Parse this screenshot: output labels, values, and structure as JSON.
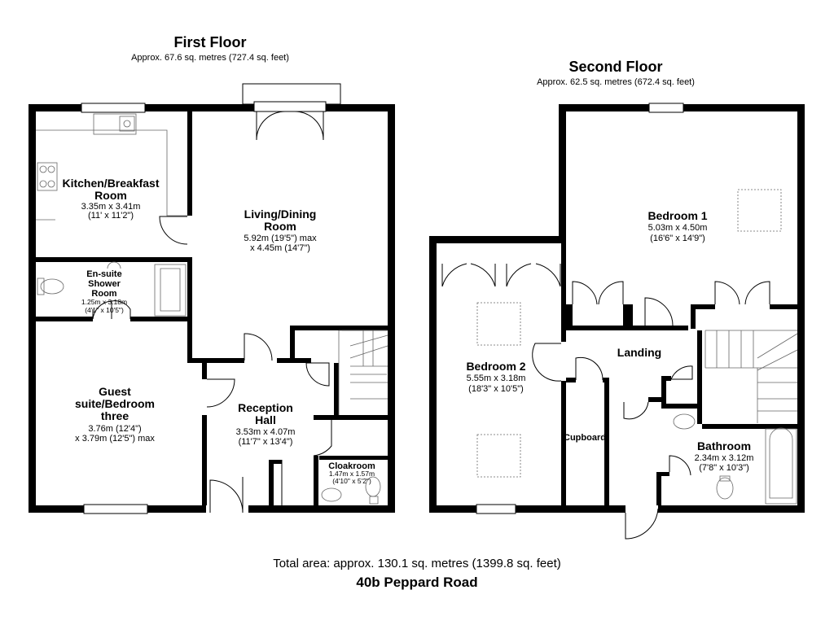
{
  "first_floor": {
    "title": "First Floor",
    "area": "Approx. 67.6 sq. metres (727.4 sq. feet)",
    "rooms": {
      "kitchen": {
        "name": [
          "Kitchen/Breakfast",
          "Room"
        ],
        "dims": [
          "3.35m x 3.41m",
          "(11' x 11'2\")"
        ]
      },
      "living": {
        "name": [
          "Living/Dining",
          "Room"
        ],
        "dims": [
          "5.92m (19'5\") max",
          "x 4.45m (14'7\")"
        ]
      },
      "ensuite": {
        "name": [
          "En-suite",
          "Shower",
          "Room"
        ],
        "dims": [
          "1.25m x 3.18m",
          "(4'1\" x 10'5\")"
        ]
      },
      "guest": {
        "name": [
          "Guest",
          "suite/Bedroom",
          "three"
        ],
        "dims": [
          "3.76m (12'4\")",
          "x 3.79m (12'5\") max"
        ]
      },
      "reception": {
        "name": [
          "Reception",
          "Hall"
        ],
        "dims": [
          "3.53m x 4.07m",
          "(11'7\" x 13'4\")"
        ]
      },
      "cloakroom": {
        "name": [
          "Cloakroom"
        ],
        "dims": [
          "1.47m x 1.57m",
          "(4'10\" x 5'2\")"
        ]
      }
    }
  },
  "second_floor": {
    "title": "Second Floor",
    "area": "Approx. 62.5 sq. metres (672.4 sq. feet)",
    "rooms": {
      "bedroom1": {
        "name": [
          "Bedroom 1"
        ],
        "dims": [
          "5.03m x 4.50m",
          "(16'6\" x 14'9\")"
        ]
      },
      "bedroom2": {
        "name": [
          "Bedroom 2"
        ],
        "dims": [
          "5.55m x 3.18m",
          "(18'3\" x 10'5\")"
        ]
      },
      "landing": {
        "name": [
          "Landing"
        ],
        "dims": []
      },
      "cupboard": {
        "name": [
          "Cupboard"
        ],
        "dims": []
      },
      "bathroom": {
        "name": [
          "Bathroom"
        ],
        "dims": [
          "2.34m x 3.12m",
          "(7'8\" x 10'3\")"
        ]
      }
    }
  },
  "total_area": "Total area: approx. 130.1 sq. metres (1399.8 sq. feet)",
  "address": "40b Peppard Road"
}
